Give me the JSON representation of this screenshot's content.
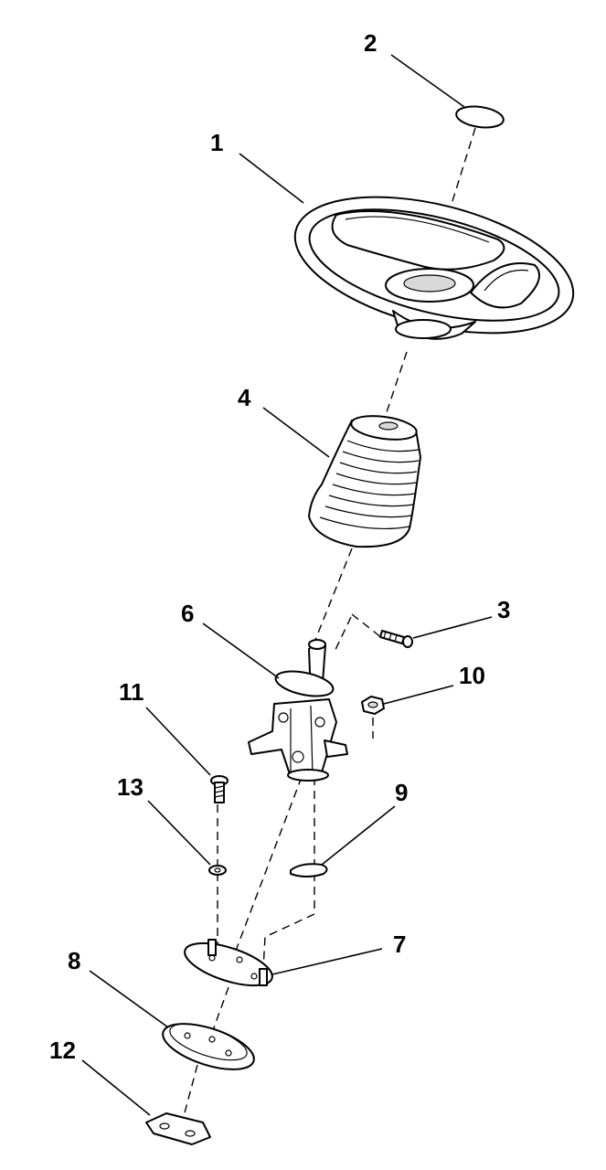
{
  "diagram": {
    "callouts": [
      {
        "id": "1",
        "text": "1"
      },
      {
        "id": "2",
        "text": "2"
      },
      {
        "id": "3",
        "text": "3"
      },
      {
        "id": "4",
        "text": "4"
      },
      {
        "id": "6",
        "text": "6"
      },
      {
        "id": "7",
        "text": "7"
      },
      {
        "id": "8",
        "text": "8"
      },
      {
        "id": "9",
        "text": "9"
      },
      {
        "id": "10",
        "text": "10"
      },
      {
        "id": "11",
        "text": "11"
      },
      {
        "id": "12",
        "text": "12"
      },
      {
        "id": "13",
        "text": "13"
      }
    ]
  }
}
